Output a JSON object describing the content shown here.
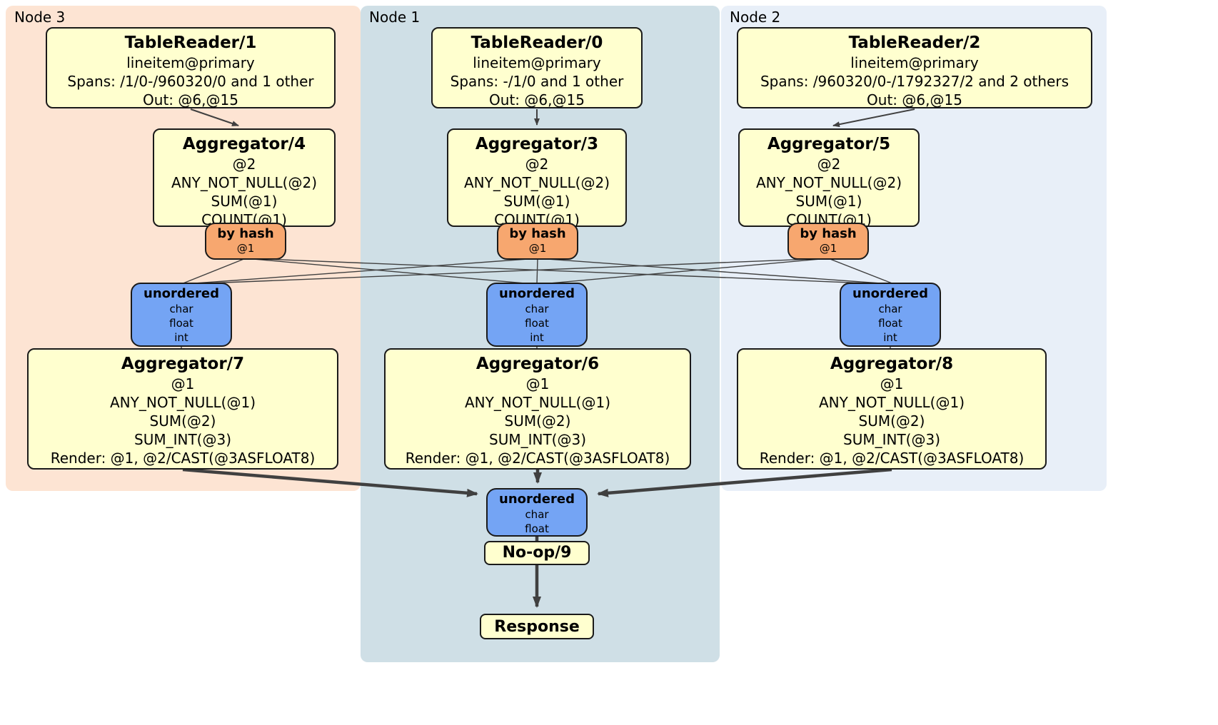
{
  "panels": {
    "node3": {
      "label": "Node 3"
    },
    "node1": {
      "label": "Node 1"
    },
    "node2": {
      "label": "Node 2"
    }
  },
  "boxes": {
    "tablereader1": {
      "title": "TableReader/1",
      "lines": [
        "lineitem@primary",
        "Spans: /1/0-/960320/0 and 1 other",
        "Out: @6,@15"
      ]
    },
    "tablereader0": {
      "title": "TableReader/0",
      "lines": [
        "lineitem@primary",
        "Spans: -/1/0 and 1 other",
        "Out: @6,@15"
      ]
    },
    "tablereader2": {
      "title": "TableReader/2",
      "lines": [
        "lineitem@primary",
        "Spans: /960320/0-/1792327/2 and 2 others",
        "Out: @6,@15"
      ]
    },
    "aggregator4": {
      "title": "Aggregator/4",
      "lines": [
        "@2",
        "ANY_NOT_NULL(@2)",
        "SUM(@1)",
        "COUNT(@1)"
      ]
    },
    "aggregator3": {
      "title": "Aggregator/3",
      "lines": [
        "@2",
        "ANY_NOT_NULL(@2)",
        "SUM(@1)",
        "COUNT(@1)"
      ]
    },
    "aggregator5": {
      "title": "Aggregator/5",
      "lines": [
        "@2",
        "ANY_NOT_NULL(@2)",
        "SUM(@1)",
        "COUNT(@1)"
      ]
    },
    "byhash_n3": {
      "title": "by hash",
      "subtitle": "@1"
    },
    "byhash_n1": {
      "title": "by hash",
      "subtitle": "@1"
    },
    "byhash_n2": {
      "title": "by hash",
      "subtitle": "@1"
    },
    "unordered_n3": {
      "title": "unordered",
      "lines": [
        "char",
        "float",
        "int"
      ]
    },
    "unordered_n1": {
      "title": "unordered",
      "lines": [
        "char",
        "float",
        "int"
      ]
    },
    "unordered_n2": {
      "title": "unordered",
      "lines": [
        "char",
        "float",
        "int"
      ]
    },
    "aggregator7": {
      "title": "Aggregator/7",
      "lines": [
        "@1",
        "ANY_NOT_NULL(@1)",
        "SUM(@2)",
        "SUM_INT(@3)",
        "Render: @1, @2/CAST(@3ASFLOAT8)"
      ]
    },
    "aggregator6": {
      "title": "Aggregator/6",
      "lines": [
        "@1",
        "ANY_NOT_NULL(@1)",
        "SUM(@2)",
        "SUM_INT(@3)",
        "Render: @1, @2/CAST(@3ASFLOAT8)"
      ]
    },
    "aggregator8": {
      "title": "Aggregator/8",
      "lines": [
        "@1",
        "ANY_NOT_NULL(@1)",
        "SUM(@2)",
        "SUM_INT(@3)",
        "Render: @1, @2/CAST(@3ASFLOAT8)"
      ]
    },
    "unordered_final": {
      "title": "unordered",
      "lines": [
        "char",
        "float"
      ]
    },
    "noop": {
      "title": "No-op/9"
    },
    "response": {
      "title": "Response"
    }
  },
  "colors": {
    "operator_fill": "#ffffcf",
    "router_fill": "#f7a76f",
    "sync_fill": "#74a4f4",
    "node3_panel": "#fde4d3",
    "node1_panel": "#cfdfe6",
    "node2_panel": "#e8eff8",
    "edge": "#404040"
  }
}
